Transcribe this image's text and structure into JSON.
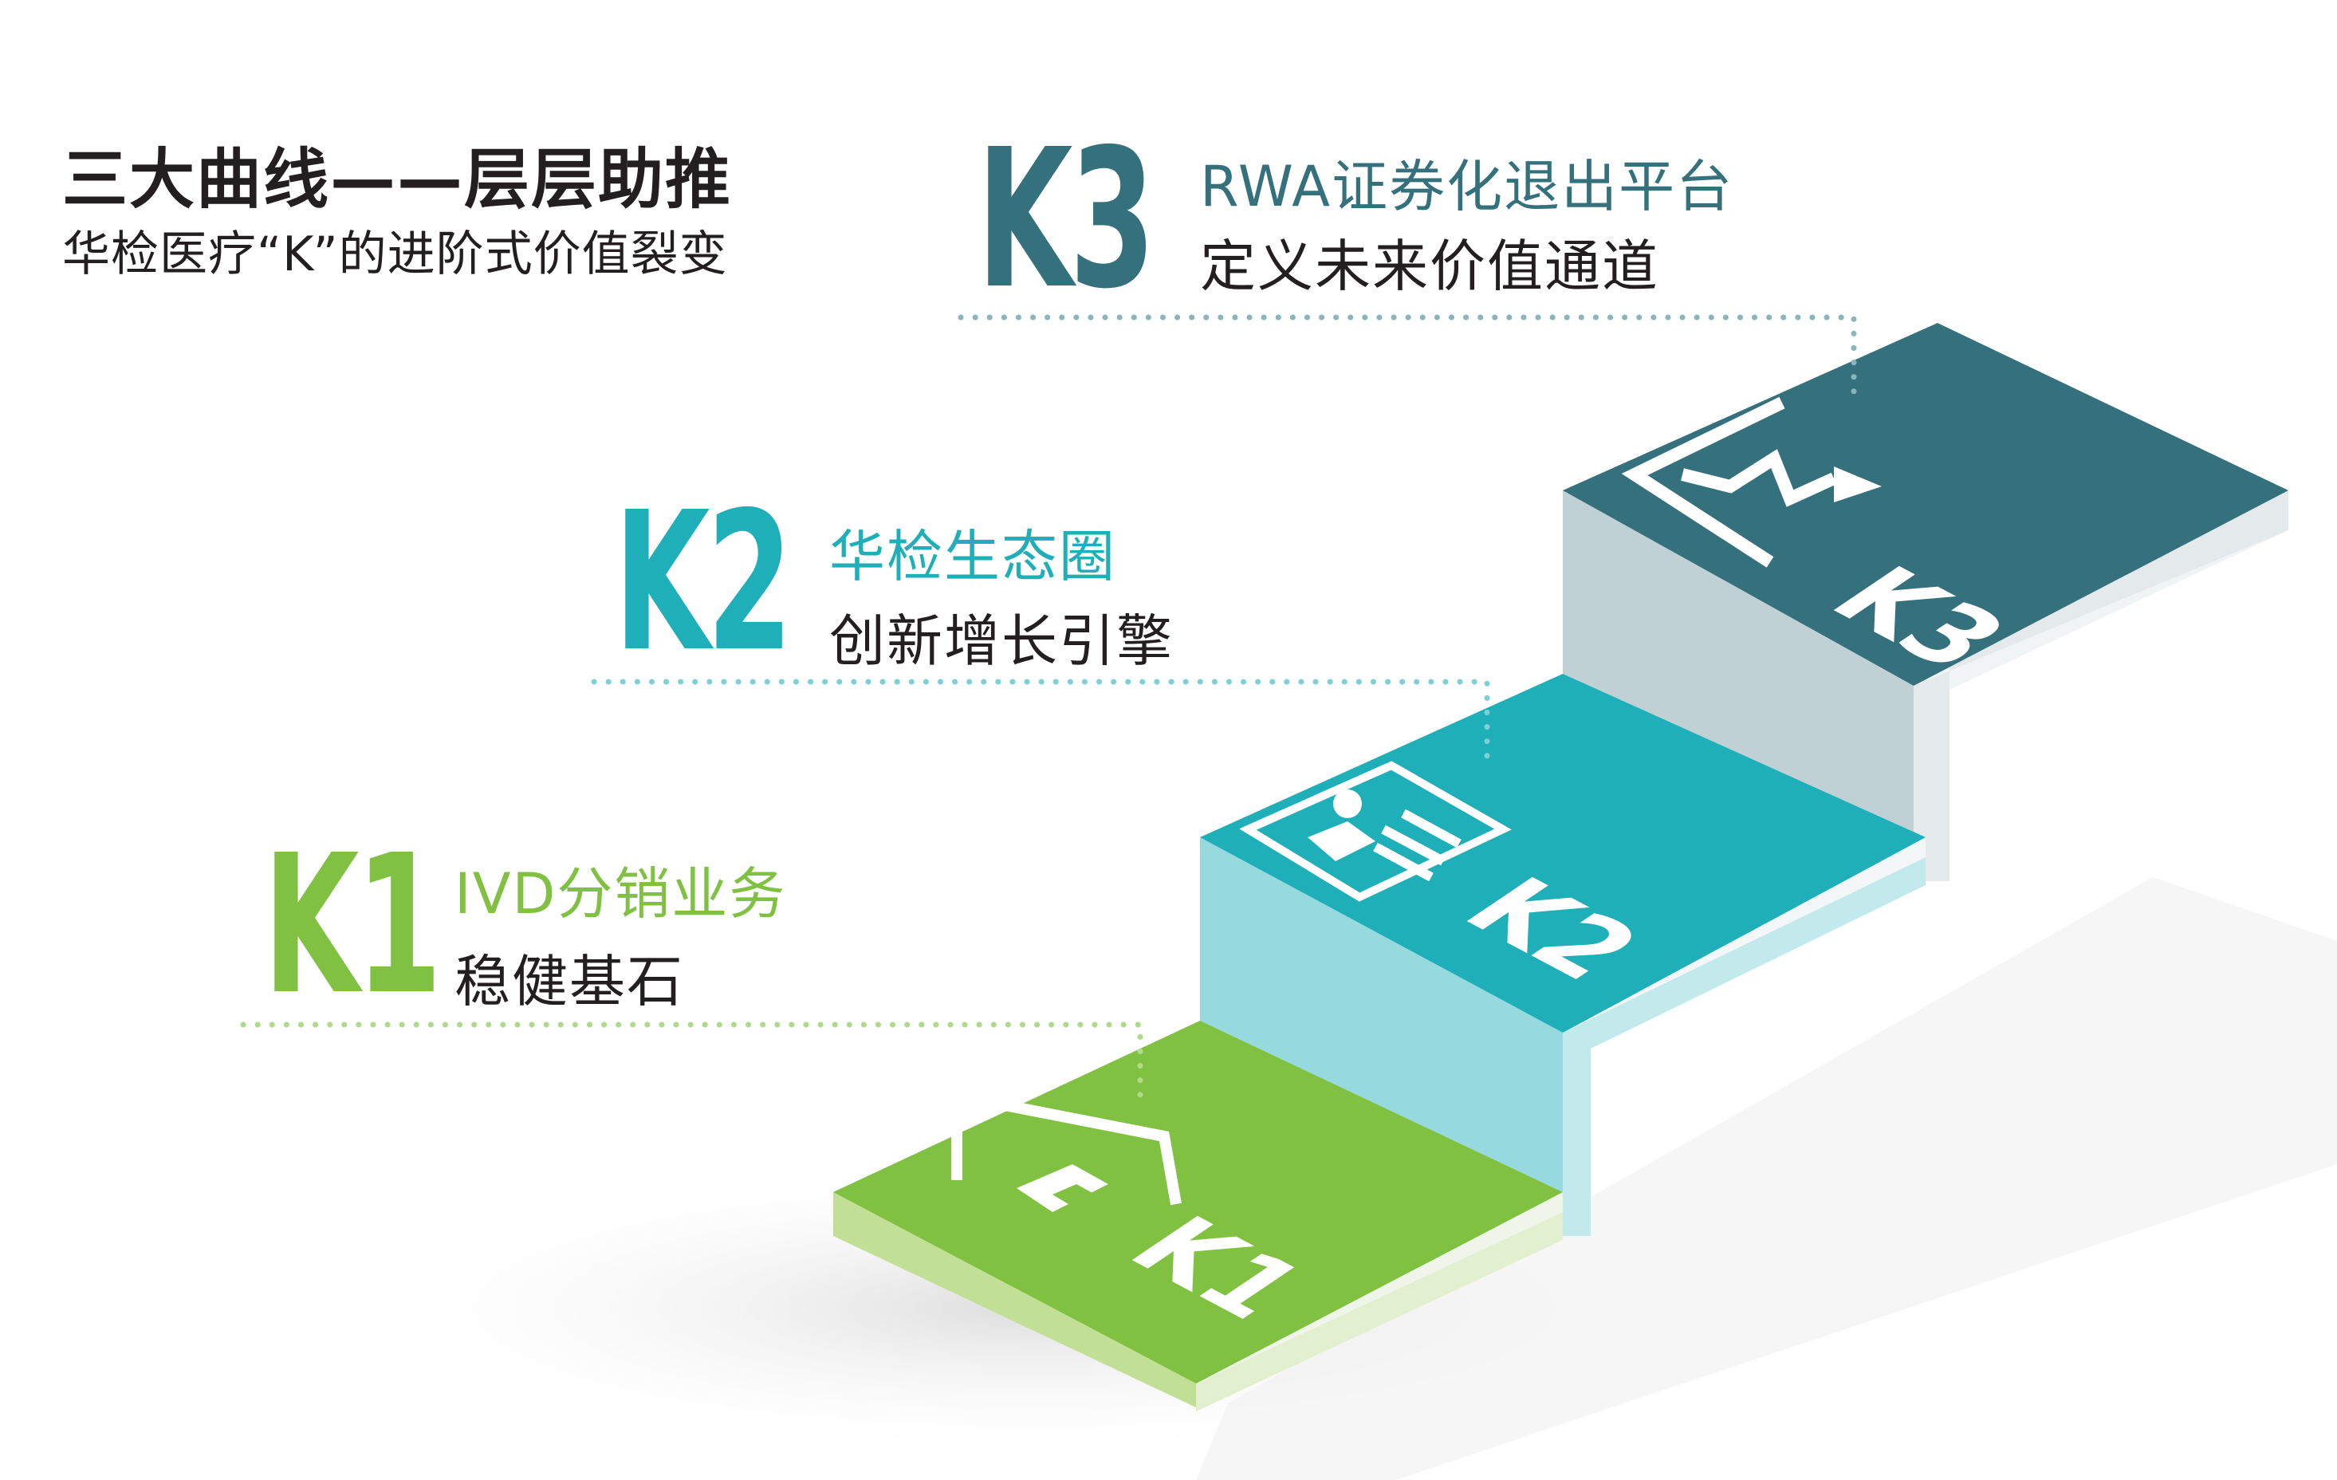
{
  "header": {
    "title": "三大曲线——层层助推",
    "subtitle": "华检医疗“K”的进阶式价值裂变"
  },
  "tiers": [
    {
      "key": "K1",
      "title": "IVD分销业务",
      "desc": "稳健基石",
      "step_label": "K1",
      "icon": "house-icon",
      "color": "#80c142"
    },
    {
      "key": "K2",
      "title": "华检生态圈",
      "desc": "创新增长引擎",
      "step_label": "K2",
      "icon": "id-card-icon",
      "color": "#1fafb8"
    },
    {
      "key": "K3",
      "title": "RWA证券化退出平台",
      "desc": "定义未来价值通道",
      "step_label": "K3",
      "icon": "growth-chart-icon",
      "color": "#34717c"
    }
  ]
}
